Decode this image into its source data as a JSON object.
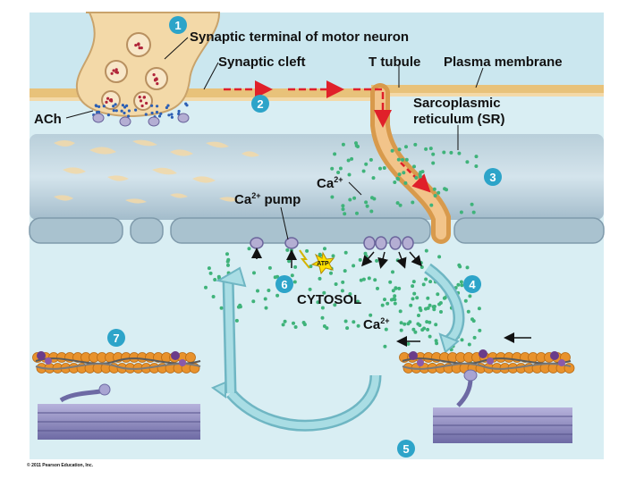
{
  "labels": {
    "synaptic_terminal": "Synaptic terminal of motor neuron",
    "synaptic_cleft": "Synaptic cleft",
    "t_tubule": "T tubule",
    "plasma_membrane": "Plasma membrane",
    "sr_line1": "Sarcoplasmic",
    "sr_line2": "reticulum (SR)",
    "ach": "ACh",
    "ca_sr": "Ca",
    "ca_sr_sup": "2+",
    "ca_pump_ca": "Ca",
    "ca_pump_sup": "2+",
    "ca_pump_word": "pump",
    "cytosol": "CYTOSOL",
    "ca_cytosol": "Ca",
    "ca_cytosol_sup": "2+",
    "atp": "ATP",
    "copyright": "© 2011 Pearson Education, Inc."
  },
  "steps": [
    "1",
    "2",
    "3",
    "4",
    "5",
    "6",
    "7"
  ],
  "colors": {
    "background": "#d9eef3",
    "neuron": "#f3d9a8",
    "sr_membrane": "#a9c2cf",
    "ca_dot": "#3fb37a",
    "step_circle": "#2da4c9",
    "cycle_arrow": "#8fd0d8",
    "impulse_arrow": "#e0202a",
    "myosin": "#8a86b8",
    "actin": "#e8922c",
    "tropomyosin": "#6a3c8a"
  }
}
